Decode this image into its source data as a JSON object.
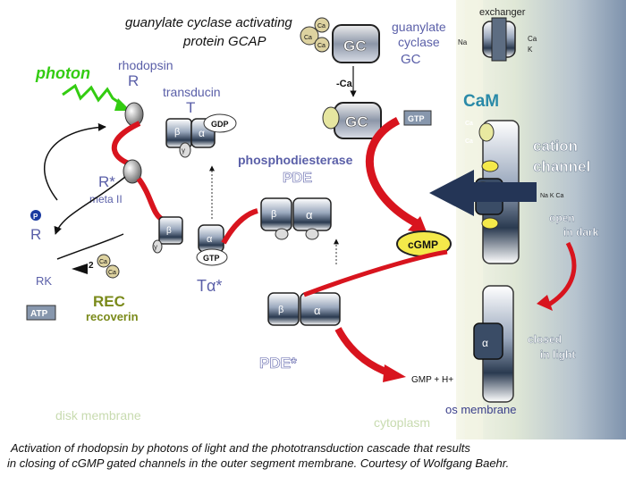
{
  "labels": {
    "gcap_line1": "guanylate cyclase activating",
    "gcap_line2": "protein GCAP",
    "guanylate_cyclase_line1": "guanylate",
    "guanylate_cyclase_line2": "cyclase",
    "gc_abbrev": "GC",
    "gc_box": "GC",
    "gc_minus_ca": "-Ca",
    "exchanger": "exchanger",
    "exchanger_na": "Na",
    "exchanger_ca": "Ca",
    "exchanger_k": "K",
    "cam": "CaM",
    "cation_channel_line1": "cation",
    "cation_channel_line2": "channel",
    "channel_ions": "Na K Ca",
    "open_in_dark_line1": "open",
    "open_in_dark_line2": "in dark",
    "closed_in_light_line1": "closed",
    "closed_in_light_line2": "in light",
    "photon": "photon",
    "rhodopsin": "rhodopsin",
    "rhodopsin_abbrev": "R",
    "transducin": "transducin",
    "transducin_abbrev": "T",
    "gdp": "GDP",
    "gtp_gc": "GTP",
    "gtp_ta": "GTP",
    "r_star": "R*",
    "meta_ii": "meta II",
    "phosphodiesterase": "phosphodiesterase",
    "pde": "PDE",
    "pde_star": "PDE*",
    "p_badge": "P",
    "r_phos": "R",
    "rk": "RK",
    "atp": "ATP",
    "rec": "REC",
    "recoverin": "recoverin",
    "rec_num": "2",
    "t_alpha": "Tα*",
    "cgmp": "cGMP",
    "gmp_h": "GMP + H+",
    "disk_membrane": "disk membrane",
    "cytoplasm": "cytoplasm",
    "os_membrane": "os membrane",
    "beta": "β",
    "alpha": "α",
    "gamma": "γ",
    "ca": "Ca"
  },
  "caption": {
    "line1": "Activation of rhodopsin by photons of light and the phototransduction cascade that results",
    "line2": "in closing of cGMP gated channels in the outer segment membrane.",
    "credit": "Courtesy of Wolfgang Baehr."
  },
  "colors": {
    "arrow_red": "#d8141e",
    "label_blue": "#5a5fa8",
    "photon_green": "#33cc11",
    "rec_green": "#7a8a1a",
    "cam_teal": "#2a8aa8",
    "membrane_blue": "#9fb0c4",
    "cgmp_yellow": "#f4e94a"
  }
}
